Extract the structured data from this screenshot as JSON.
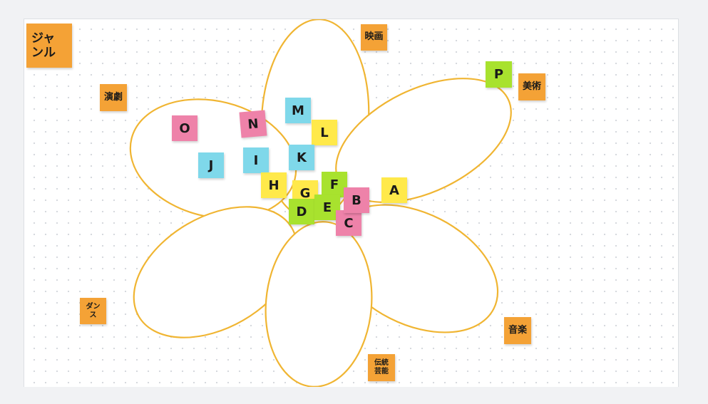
{
  "board": {
    "title": "ジャンル"
  },
  "genres": {
    "film": "映画",
    "art": "美術",
    "theater": "演劇",
    "dance": "ダンス",
    "music": "音楽",
    "traditional": "伝統芸能"
  },
  "notes": [
    {
      "id": "A",
      "label": "A",
      "color": "yellow"
    },
    {
      "id": "B",
      "label": "B",
      "color": "pink"
    },
    {
      "id": "C",
      "label": "C",
      "color": "pink"
    },
    {
      "id": "D",
      "label": "D",
      "color": "green"
    },
    {
      "id": "E",
      "label": "E",
      "color": "green"
    },
    {
      "id": "F",
      "label": "F",
      "color": "green"
    },
    {
      "id": "G",
      "label": "G",
      "color": "yellow"
    },
    {
      "id": "H",
      "label": "H",
      "color": "yellow"
    },
    {
      "id": "I",
      "label": "I",
      "color": "cyan"
    },
    {
      "id": "J",
      "label": "J",
      "color": "cyan"
    },
    {
      "id": "K",
      "label": "K",
      "color": "cyan"
    },
    {
      "id": "L",
      "label": "L",
      "color": "yellow"
    },
    {
      "id": "M",
      "label": "M",
      "color": "cyan"
    },
    {
      "id": "N",
      "label": "N",
      "color": "pink"
    },
    {
      "id": "O",
      "label": "O",
      "color": "pink"
    },
    {
      "id": "P",
      "label": "P",
      "color": "green"
    }
  ],
  "colors": {
    "board_background": "#ffffff",
    "petal_stroke": "#f0b532",
    "label_orange": "#f4a236",
    "note_yellow": "#ffe94a",
    "note_pink": "#ee82a9",
    "note_cyan": "#7fd8ea",
    "note_green": "#a8e22e"
  }
}
